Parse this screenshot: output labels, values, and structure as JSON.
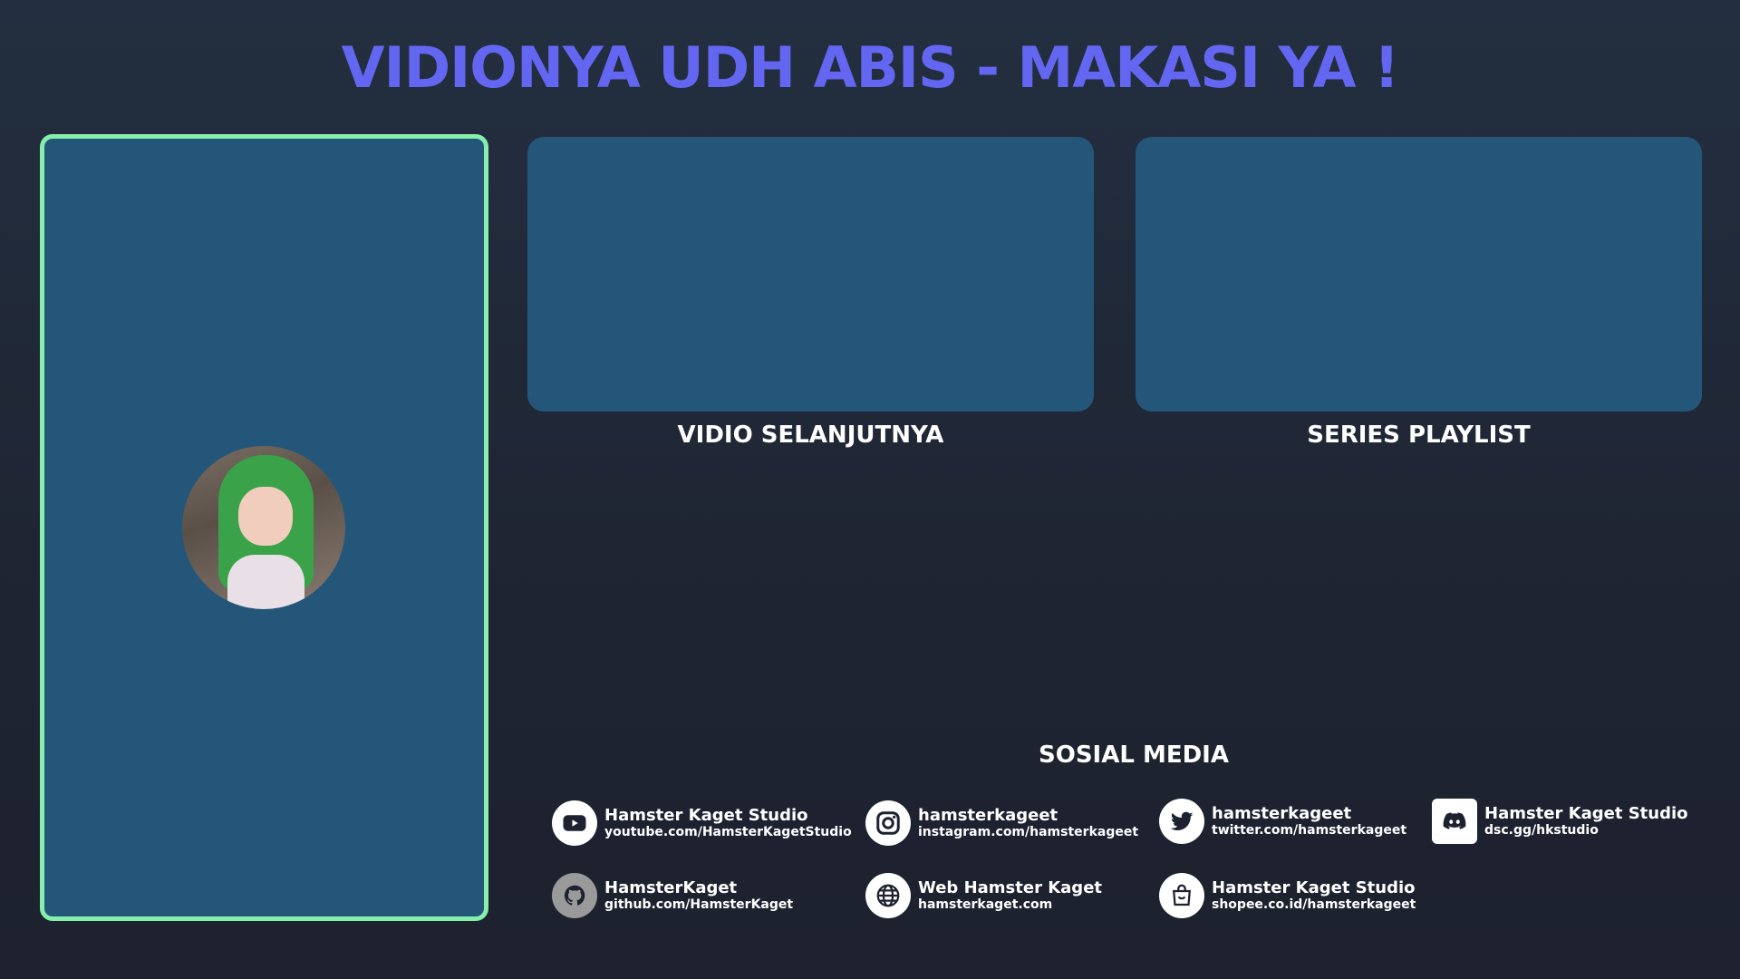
{
  "title": "VIDIONYA UDH ABIS - MAKASI YA !",
  "cards": [
    {
      "label": "VIDIO SELANJUTNYA"
    },
    {
      "label": "SERIES PLAYLIST"
    }
  ],
  "social_title": "SOSIAL MEDIA",
  "social": [
    {
      "icon": "youtube-icon",
      "name": "Hamster Kaget Studio",
      "link": "youtube.com/HamsterKagetStudio"
    },
    {
      "icon": "instagram-icon",
      "name": "hamsterkageet",
      "link": "instagram.com/hamsterkageet"
    },
    {
      "icon": "twitter-icon",
      "name": "hamsterkageet",
      "link": "twitter.com/hamsterkageet"
    },
    {
      "icon": "discord-icon",
      "name": "Hamster Kaget Studio",
      "link": "dsc.gg/hkstudio"
    },
    {
      "icon": "github-icon",
      "name": "HamsterKaget",
      "link": "github.com/HamsterKaget"
    },
    {
      "icon": "globe-icon",
      "name": "Web Hamster Kaget",
      "link": "hamsterkaget.com"
    },
    {
      "icon": "shopping-bag-icon",
      "name": "Hamster Kaget Studio",
      "link": "shopee.co.id/hamsterkageet"
    }
  ],
  "colors": {
    "title": "#6366f1",
    "cam_border": "#86efac",
    "panel": "#24567a"
  }
}
